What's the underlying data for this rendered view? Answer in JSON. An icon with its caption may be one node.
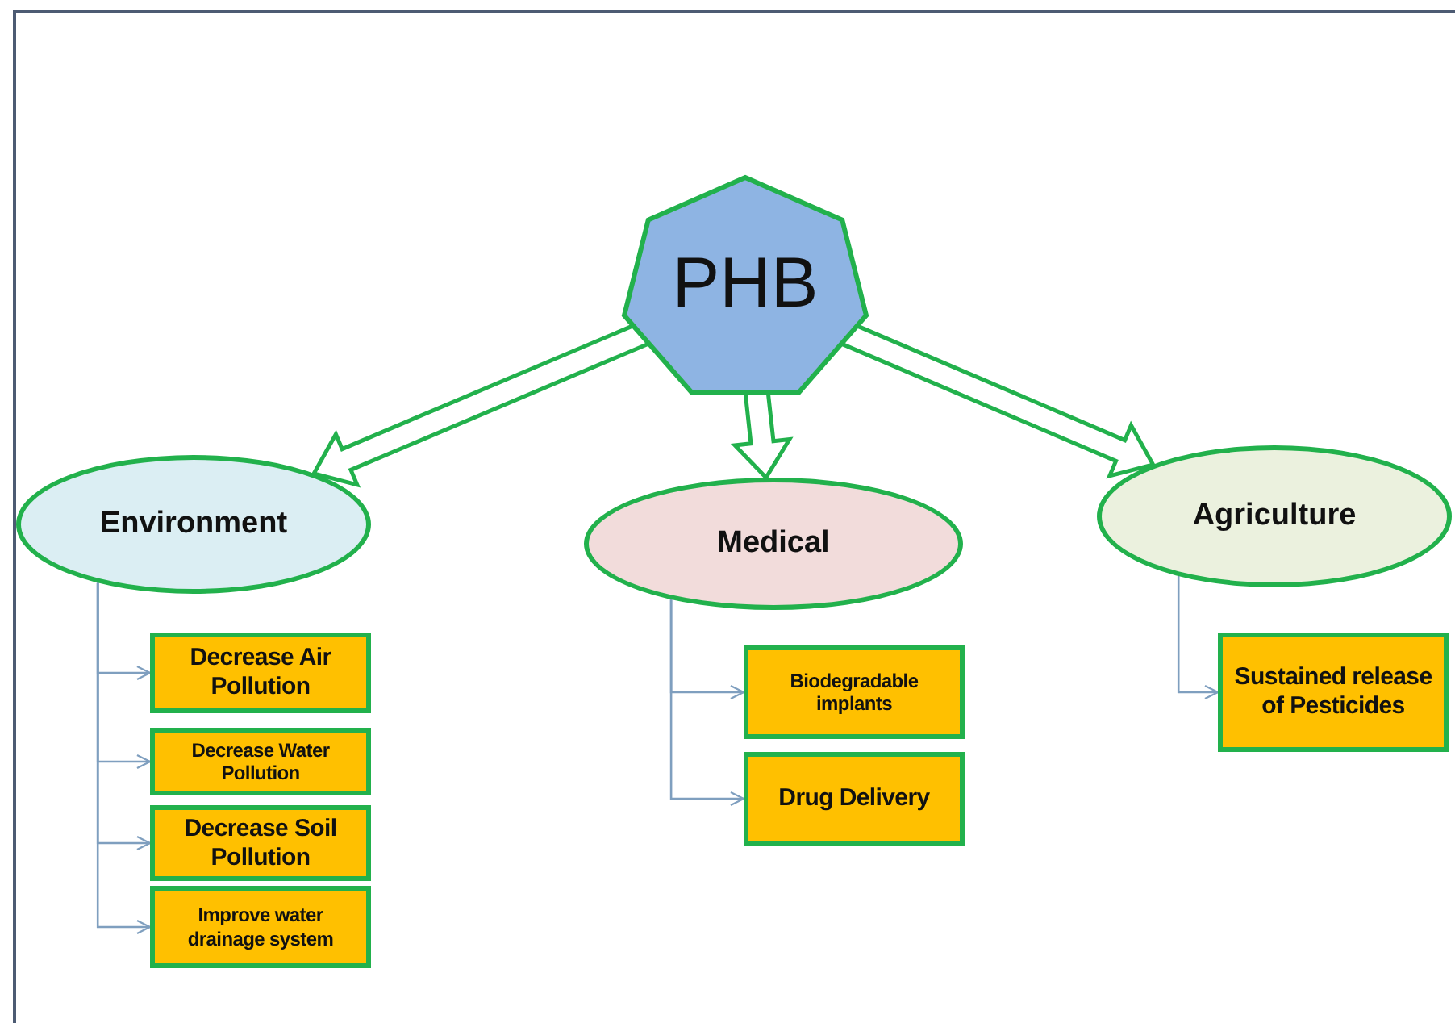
{
  "diagram": {
    "nodes": [
      {
        "text": [
          "PHB"
        ]
      },
      {
        "text": [
          "Environment"
        ]
      },
      {
        "text": [
          "Medical"
        ]
      },
      {
        "text": [
          "Agriculture"
        ]
      },
      {
        "text": [
          "Decrease Air Pollution"
        ]
      },
      {
        "text": [
          "Decrease Water Pollution"
        ]
      },
      {
        "text": [
          "Decrease Soil Pollution"
        ]
      },
      {
        "text": [
          "Improve water drainage system"
        ]
      },
      {
        "text": [
          "Biodegradable implants"
        ]
      },
      {
        "text": [
          "Drug Delivery"
        ]
      },
      {
        "text": [
          "Sustained release of Pesticides"
        ]
      }
    ],
    "edges": [
      {
        "from": 0,
        "to": 1,
        "arrow": "to",
        "style": "thick",
        "color": "#22b14c"
      },
      {
        "from": 0,
        "to": 2,
        "arrow": "to",
        "style": "thick",
        "color": "#22b14c"
      },
      {
        "from": 0,
        "to": 3,
        "arrow": "to",
        "style": "thick",
        "color": "#22b14c"
      },
      {
        "from": 1,
        "to": 4,
        "arrow": "to"
      },
      {
        "from": 1,
        "to": 5,
        "arrow": "to"
      },
      {
        "from": 1,
        "to": 6,
        "arrow": "to"
      },
      {
        "from": 1,
        "to": 7,
        "arrow": "to"
      },
      {
        "from": 2,
        "to": 8,
        "arrow": "to"
      },
      {
        "from": 2,
        "to": 9,
        "arrow": "to"
      },
      {
        "from": 3,
        "to": 10,
        "arrow": "to"
      }
    ]
  }
}
